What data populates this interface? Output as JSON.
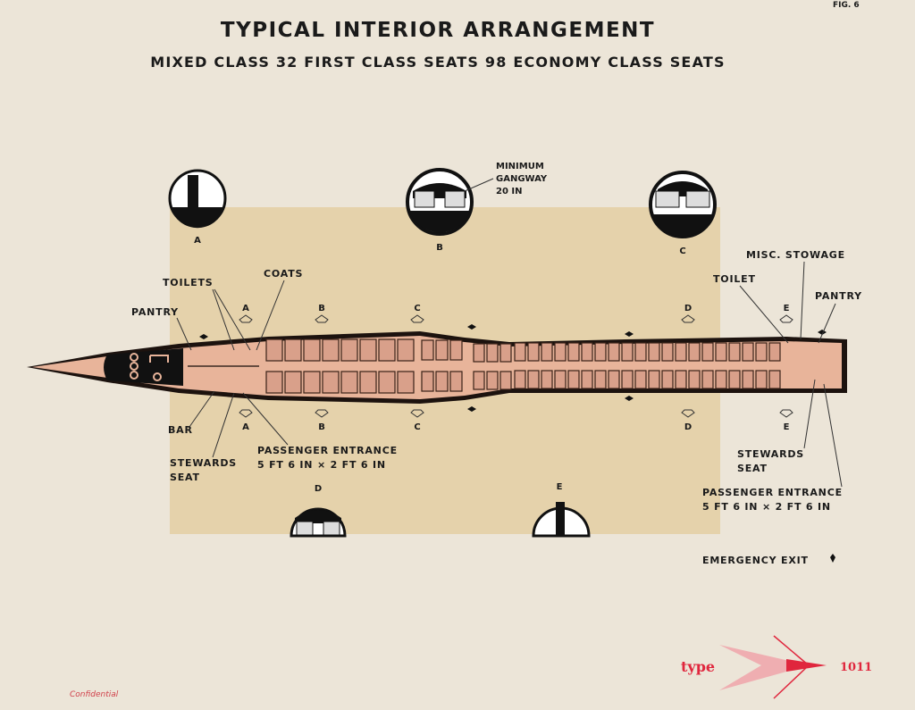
{
  "fig": "FIG. 6",
  "title": "TYPICAL INTERIOR ARRANGEMENT",
  "subtitle": "MIXED CLASS 32 FIRST CLASS SEATS 98 ECONOMY CLASS SEATS",
  "cross_sections": {
    "A": "A",
    "B": "B",
    "C": "C",
    "D": "D",
    "E": "E"
  },
  "min_gangway": [
    "MINIMUM",
    "GANGWAY",
    "20 IN"
  ],
  "callouts": {
    "toilets": "TOILETS",
    "coats": "COATS",
    "pantry_fwd": "PANTRY",
    "bar": "BAR",
    "stewards_fwd": [
      "STEWARDS",
      "SEAT"
    ],
    "entrance_fwd": [
      "PASSENGER ENTRANCE",
      "5 FT 6 IN × 2 FT 6 IN"
    ],
    "misc_stowage": "MISC. STOWAGE",
    "toilet_aft": "TOILET",
    "pantry_aft": "PANTRY",
    "stewards_aft": [
      "STEWARDS",
      "SEAT"
    ],
    "entrance_aft": [
      "PASSENGER ENTRANCE",
      "5 FT 6 IN × 2 FT 6 IN"
    ]
  },
  "legend": {
    "emergency_exit": "EMERGENCY EXIT"
  },
  "logo": {
    "left": "type",
    "right": "1011"
  },
  "footer": "Confidential",
  "colors": {
    "paper": "#ece5d8",
    "panel": "#e5d2ab",
    "cabin": "#e8b49a",
    "logo": "#e0263d"
  }
}
